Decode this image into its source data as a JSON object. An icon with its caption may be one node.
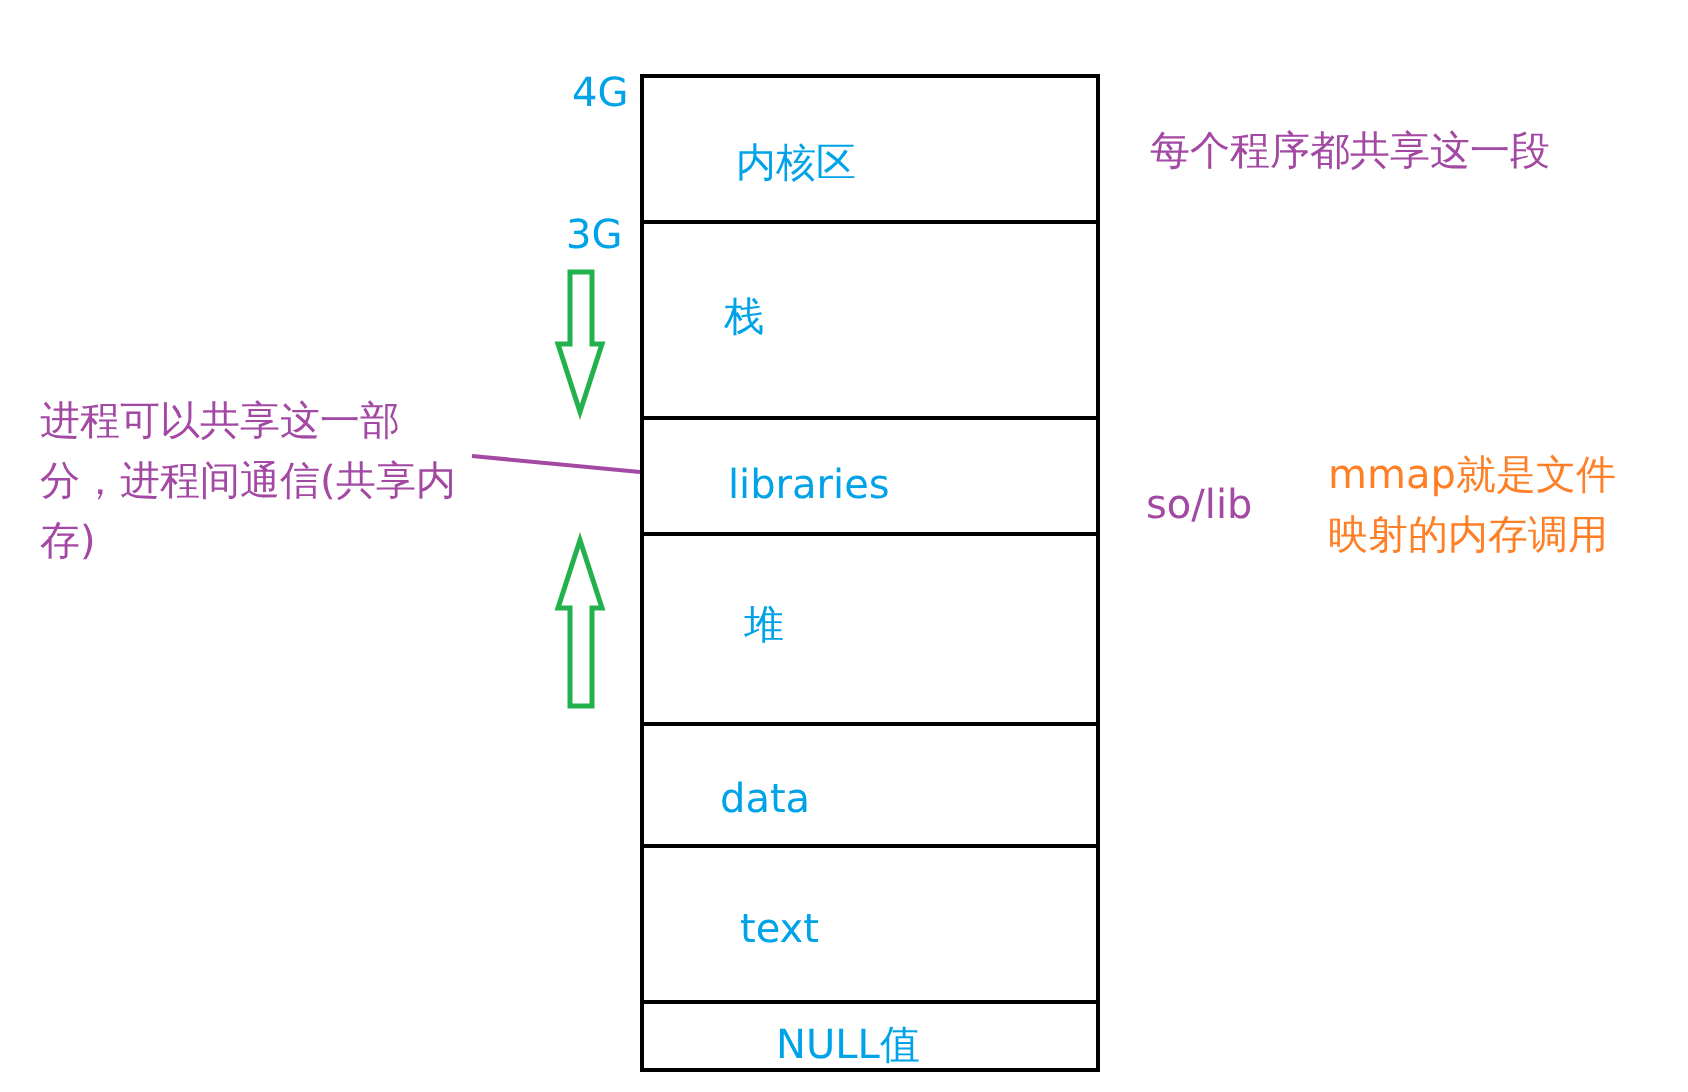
{
  "diagram": {
    "nodes": [
      {
        "text": [
          "内核区"
        ]
      },
      {
        "text": [
          "栈"
        ]
      },
      {
        "text": [
          "libraries"
        ]
      },
      {
        "text": [
          "堆"
        ]
      },
      {
        "text": [
          "data"
        ]
      },
      {
        "text": [
          "text"
        ]
      },
      {
        "text": [
          "NULL值"
        ]
      },
      {
        "text": [
          "进程可以共享这一部分，进程间通信(共享内存)"
        ]
      }
    ],
    "edges": [
      {
        "from": 7,
        "to": 2,
        "arrow": "none"
      }
    ],
    "labels": [
      "4G",
      "每个程序都共享这一段",
      "3G",
      "mmap就是文件映射的内存调用",
      "so/lib"
    ]
  }
}
